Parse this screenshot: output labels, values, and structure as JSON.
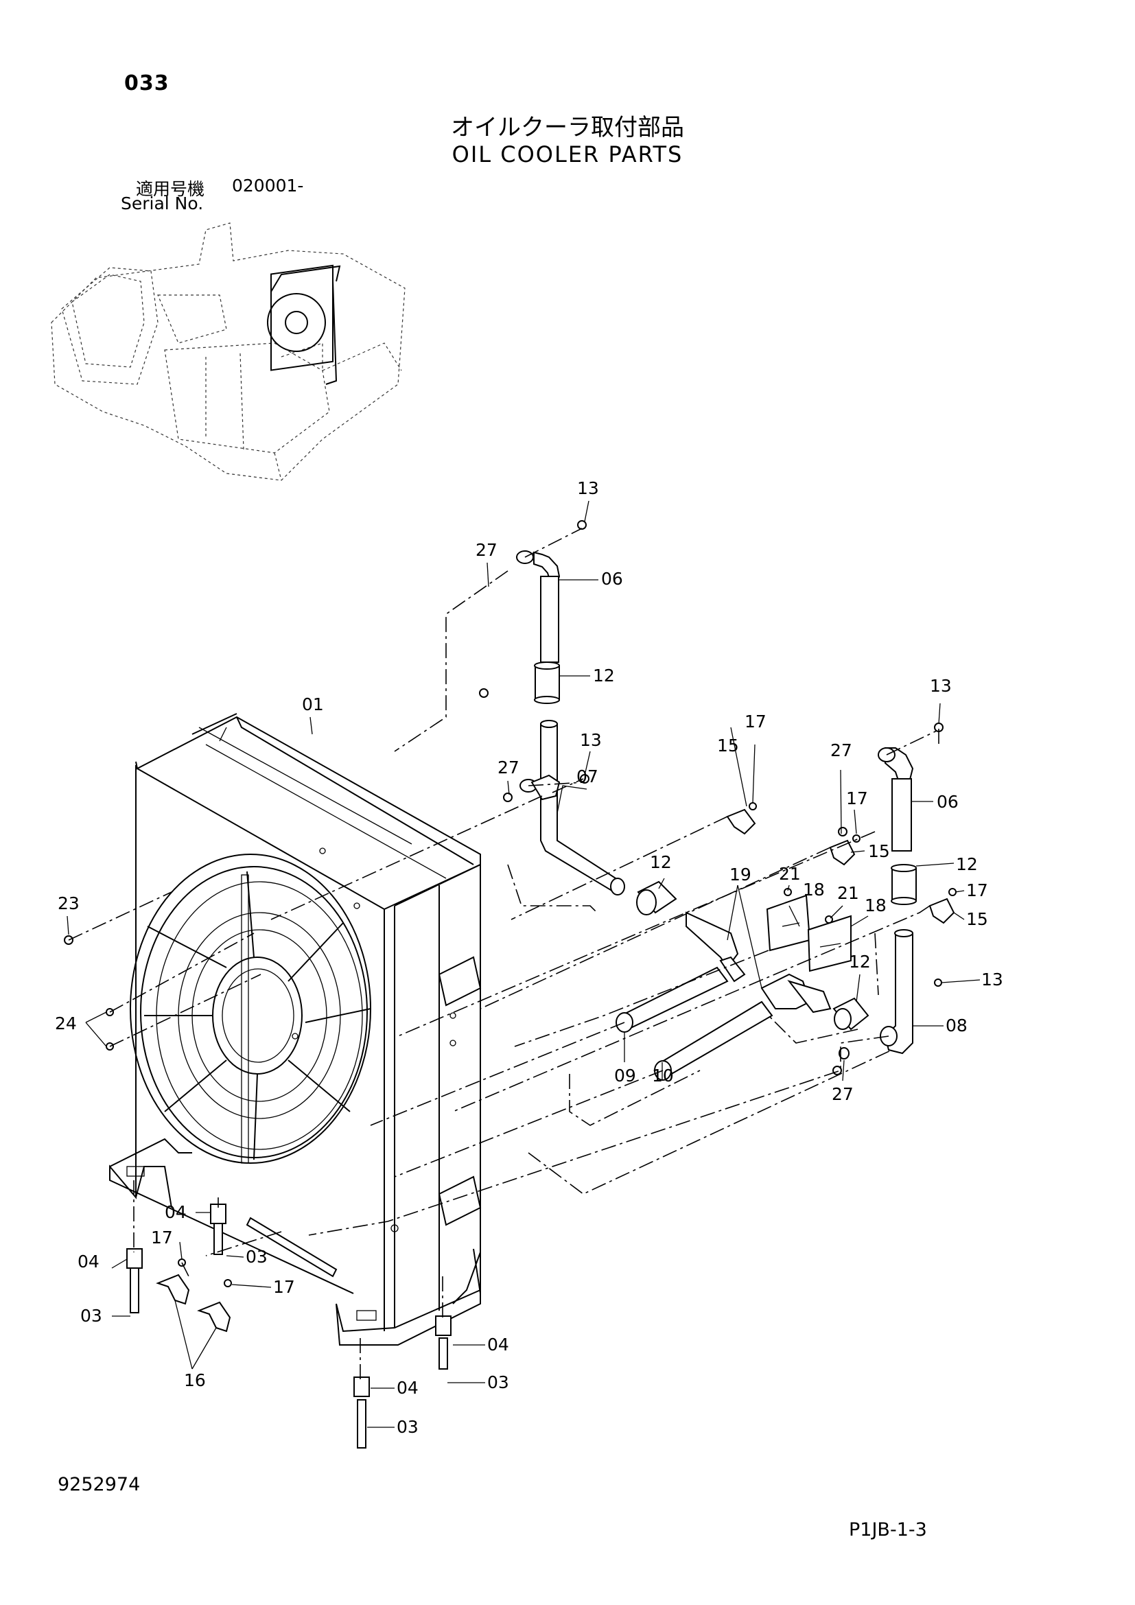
{
  "page": {
    "number": "033",
    "title_jp": "オイルクーラ取付部品",
    "title_en": "OIL COOLER PARTS",
    "serial_label_jp": "適用号機",
    "serial_value": "020001-",
    "serial_label_en": "Serial No.",
    "doc_number": "9252974",
    "page_code": "P1JB-1-3"
  },
  "callouts": [
    {
      "id": "c-13a",
      "label": "13"
    },
    {
      "id": "c-27a",
      "label": "27"
    },
    {
      "id": "c-06a",
      "label": "06"
    },
    {
      "id": "c-12a",
      "label": "12"
    },
    {
      "id": "c-01",
      "label": "01"
    },
    {
      "id": "c-13b",
      "label": "13"
    },
    {
      "id": "c-27b",
      "label": "27"
    },
    {
      "id": "c-07",
      "label": "07"
    },
    {
      "id": "c-15a",
      "label": "15"
    },
    {
      "id": "c-17a",
      "label": "17"
    },
    {
      "id": "c-27c",
      "label": "27"
    },
    {
      "id": "c-13c",
      "label": "13"
    },
    {
      "id": "c-06b",
      "label": "06"
    },
    {
      "id": "c-17b",
      "label": "17"
    },
    {
      "id": "c-15b",
      "label": "15"
    },
    {
      "id": "c-12b",
      "label": "12"
    },
    {
      "id": "c-12c",
      "label": "12"
    },
    {
      "id": "c-21a",
      "label": "21"
    },
    {
      "id": "c-19",
      "label": "19"
    },
    {
      "id": "c-18a",
      "label": "18"
    },
    {
      "id": "c-21b",
      "label": "21"
    },
    {
      "id": "c-18b",
      "label": "18"
    },
    {
      "id": "c-17c",
      "label": "17"
    },
    {
      "id": "c-15c",
      "label": "15"
    },
    {
      "id": "c-23",
      "label": "23"
    },
    {
      "id": "c-24",
      "label": "24"
    },
    {
      "id": "c-12d",
      "label": "12"
    },
    {
      "id": "c-13d",
      "label": "13"
    },
    {
      "id": "c-08",
      "label": "08"
    },
    {
      "id": "c-09",
      "label": "09"
    },
    {
      "id": "c-10",
      "label": "10"
    },
    {
      "id": "c-27d",
      "label": "27"
    },
    {
      "id": "c-04a",
      "label": "04"
    },
    {
      "id": "c-17d",
      "label": "17"
    },
    {
      "id": "c-03a",
      "label": "03"
    },
    {
      "id": "c-04b",
      "label": "04"
    },
    {
      "id": "c-17e",
      "label": "17"
    },
    {
      "id": "c-03b",
      "label": "03"
    },
    {
      "id": "c-16",
      "label": "16"
    },
    {
      "id": "c-04c",
      "label": "04"
    },
    {
      "id": "c-03c",
      "label": "03"
    },
    {
      "id": "c-04d",
      "label": "04"
    },
    {
      "id": "c-03d",
      "label": "03"
    }
  ]
}
